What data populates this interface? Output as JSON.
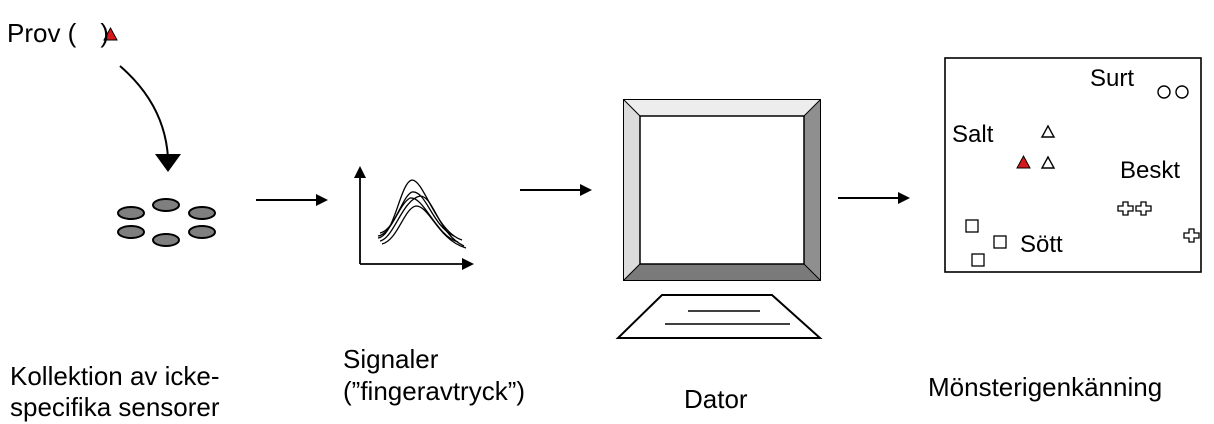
{
  "sample_label": {
    "prefix": "Prov (",
    "suffix": ")"
  },
  "captions": {
    "sensors_line1": "Kollektion av icke-",
    "sensors_line2": "specifika sensorer",
    "signals_line1": "Signaler",
    "signals_line2": "(”fingeravtryck”)",
    "computer": "Dator",
    "pattern": "Mönsterigenkänning"
  },
  "plot": {
    "labels": {
      "sour": "Surt",
      "salty": "Salt",
      "bitter": "Beskt",
      "sweet": "Sött"
    }
  },
  "colors": {
    "sample": "#d7191c",
    "sensor": "#7f7f7f",
    "monitor": "#c0c0c0"
  }
}
